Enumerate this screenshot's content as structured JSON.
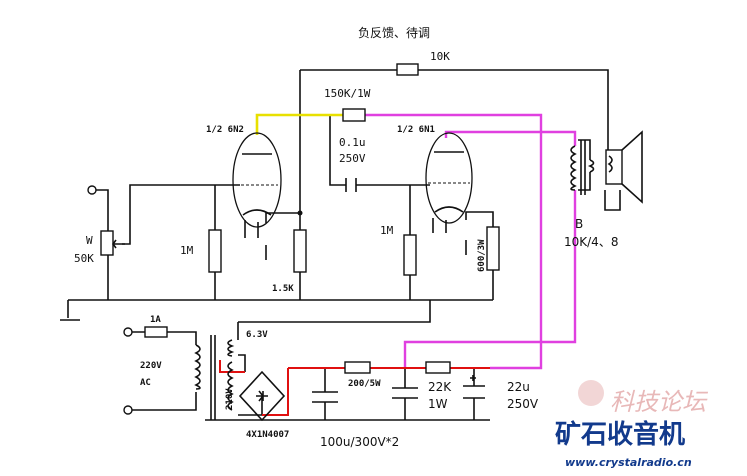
{
  "labels": {
    "feedback_note": "负反馈、待调",
    "r_feedback": "10K",
    "r_plate": "150K/1W",
    "cap_coupling_value": "0.1u",
    "cap_coupling_voltage": "250V",
    "tube1": "1/2 6N2",
    "tube2": "1/2 6N1",
    "pot_name": "W",
    "pot_value": "50K",
    "r_grid1": "1M",
    "r_grid2": "1M",
    "r_cathode1": "1.5K",
    "r_cathode2": "600/3W",
    "transformer_name": "B",
    "transformer_spec": "10K/4、8",
    "fuse": "1A",
    "mains_voltage": "220V",
    "mains_type": "AC",
    "heater": "6.3V",
    "hv_secondary": "210V",
    "r_filter1": "200/5W",
    "r_filter2_value": "22K",
    "r_filter2_power": "1W",
    "cap_last_value": "22u",
    "cap_last_voltage": "250V",
    "cap_filter": "100u/300V*2",
    "bridge": "4X1N4007"
  },
  "watermark": {
    "logo_text": "矿石收音机",
    "logo_script": "科技论坛",
    "url": "www.crystalradio.cn"
  },
  "colors": {
    "wire": "#111111",
    "plate1_wire": "#e8e000",
    "plate2_wire": "#e040e0",
    "supply_wire": "#e01010",
    "logo_blue": "#123a8c"
  }
}
